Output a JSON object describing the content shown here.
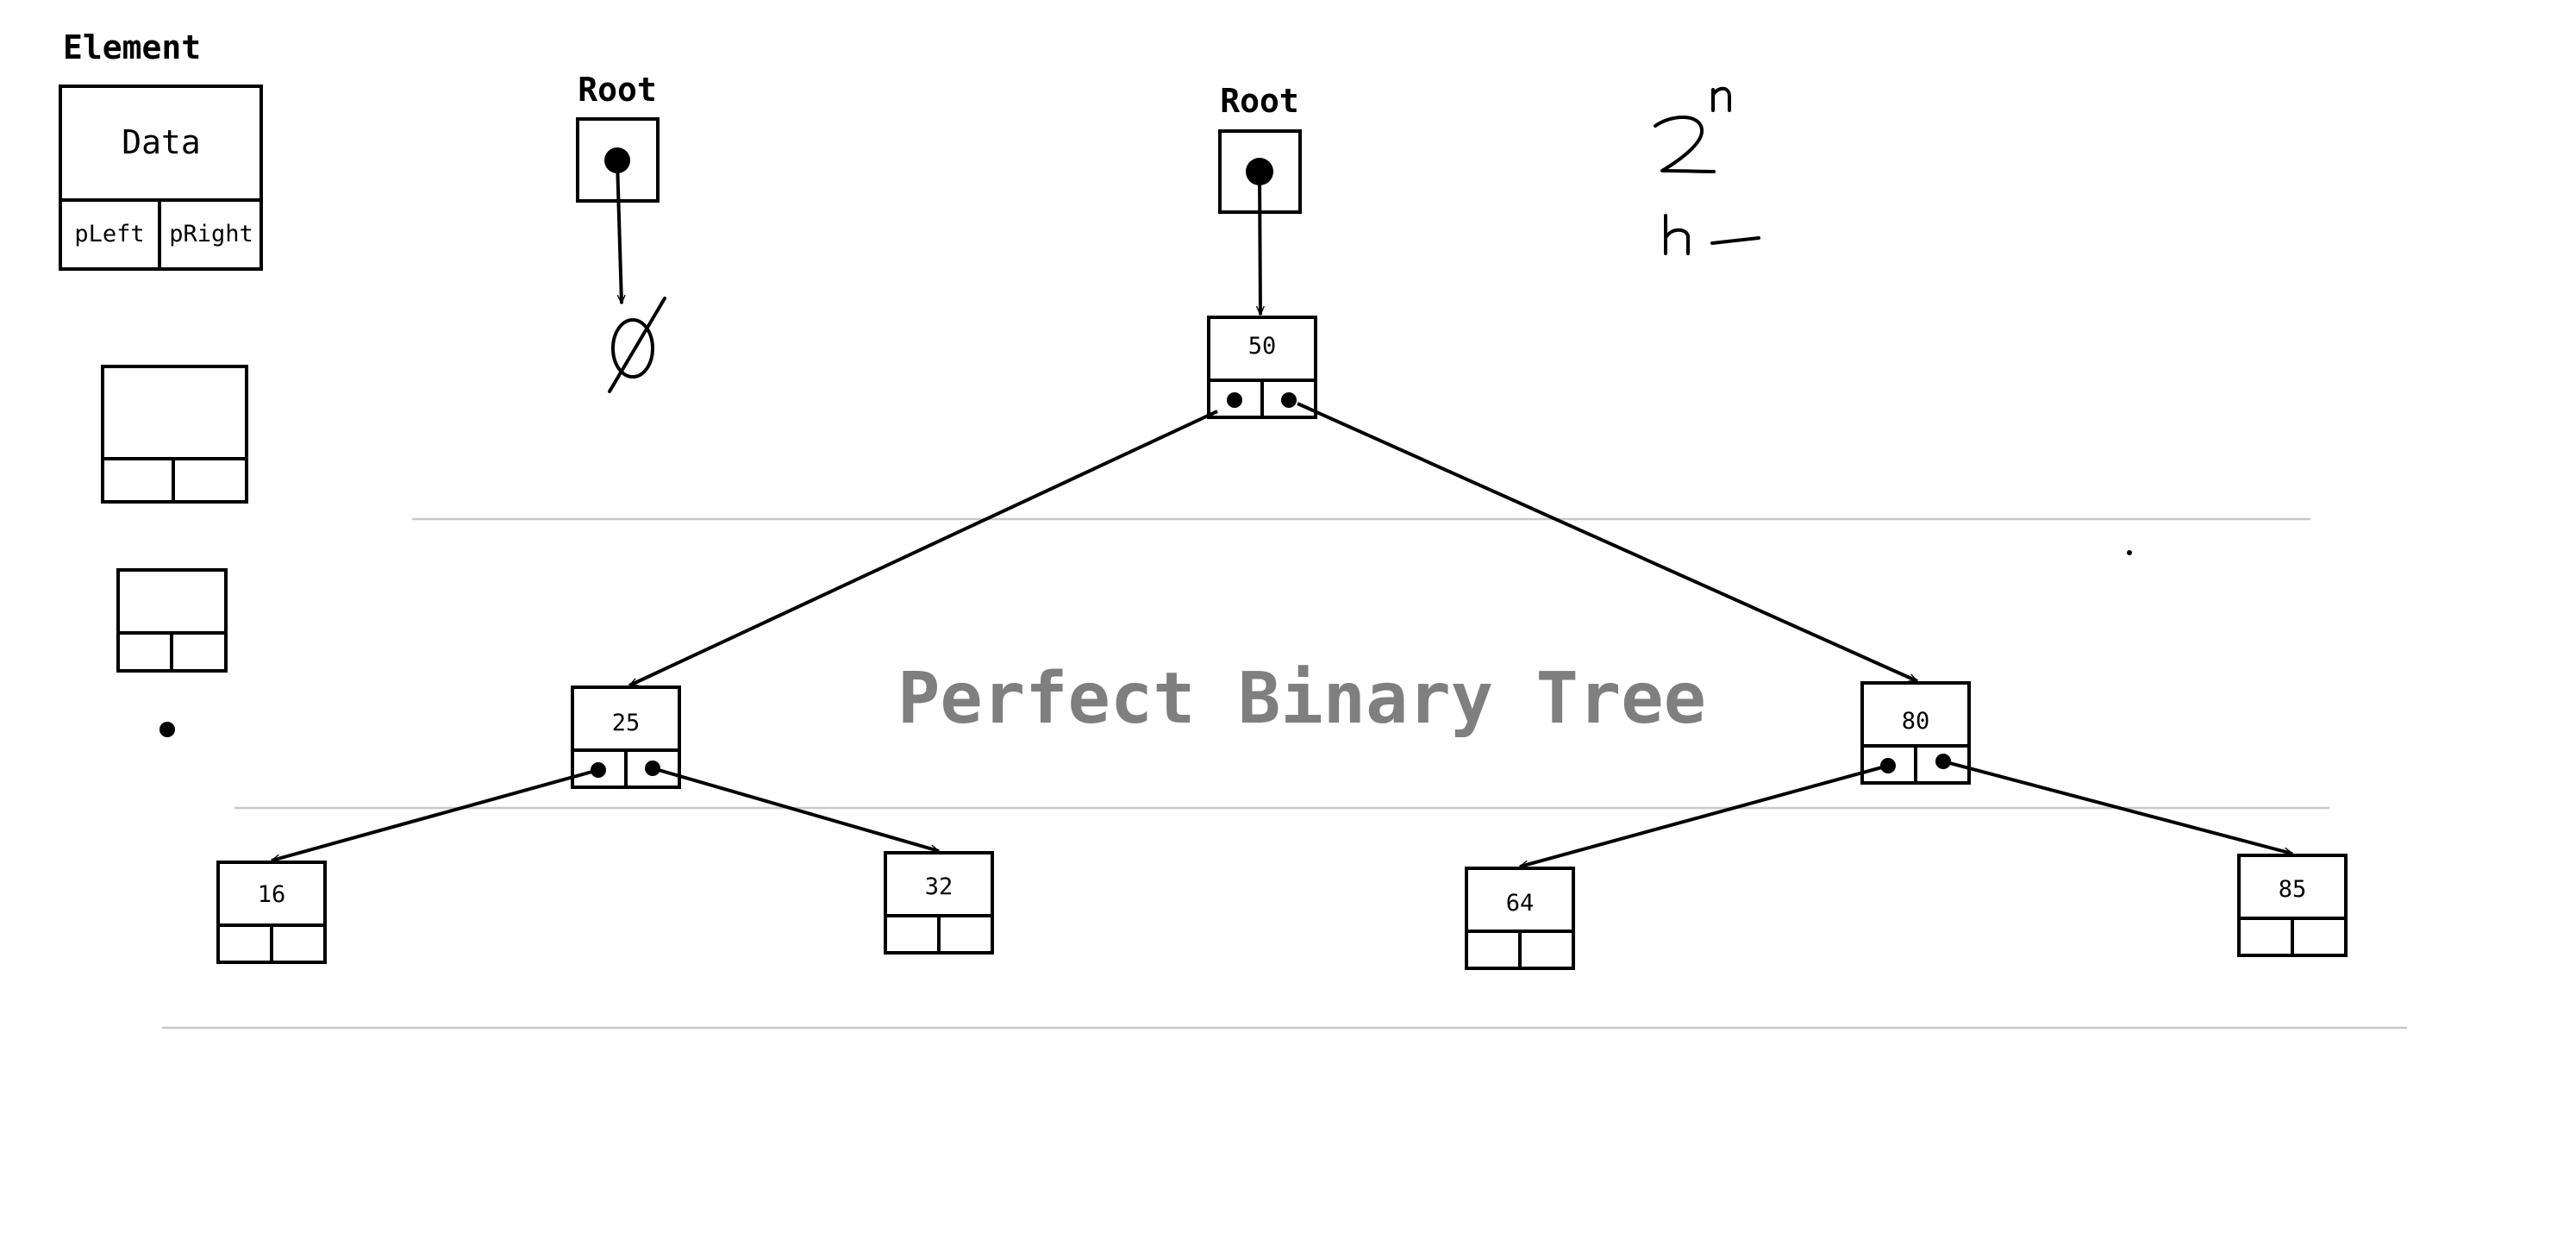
{
  "legend": {
    "heading": "Element",
    "data_label": "Data",
    "left_label": "pLeft",
    "right_label": "pRight"
  },
  "empty_tree": {
    "root_label": "Root",
    "null_symbol": "∅"
  },
  "tree": {
    "root_label": "Root",
    "title": "Perfect Binary Tree",
    "nodes": {
      "n50": "50",
      "n25": "25",
      "n80": "80",
      "n16": "16",
      "n32": "32",
      "n64": "64",
      "n85": "85"
    }
  },
  "notes": {
    "power_base": "2",
    "power_exp": "n",
    "height_label": "h"
  },
  "colors": {
    "title": "#7f7f7f",
    "guide": "#c8c8c8",
    "ink": "#000000"
  }
}
